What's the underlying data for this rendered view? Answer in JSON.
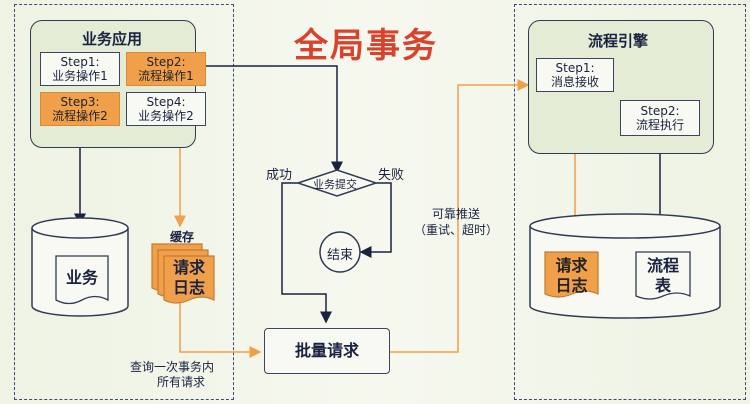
{
  "title": "全局事务",
  "left": {
    "panel_title": "业务应用",
    "steps": [
      {
        "line1": "Step1:",
        "line2": "业务操作1",
        "highlight": false
      },
      {
        "line1": "Step2:",
        "line2": "流程操作1",
        "highlight": true
      },
      {
        "line1": "Step3:",
        "line2": "流程操作2",
        "highlight": true
      },
      {
        "line1": "Step4:",
        "line2": "业务操作2",
        "highlight": false
      }
    ],
    "db_label": "业务",
    "cache_label": "缓存",
    "log_label_1": "请求",
    "log_label_2": "日志",
    "query_label_1": "查询一次事务内",
    "query_label_2": "所有请求"
  },
  "middle": {
    "decision_label": "业务提交",
    "success_label": "成功",
    "fail_label": "失败",
    "end_label": "结束",
    "batch_label": "批量请求",
    "reliable_label_1": "可靠推送",
    "reliable_label_2": "（重试、超时）"
  },
  "right": {
    "panel_title": "流程引擎",
    "step1_line1": "Step1:",
    "step1_line2": "消息接收",
    "step2_line1": "Step2:",
    "step2_line2": "流程执行",
    "log_label_1": "请求",
    "log_label_2": "日志",
    "table_label_1": "流程",
    "table_label_2": "表"
  },
  "colors": {
    "accent_orange": "#f0a04b",
    "title_red": "#d9432e",
    "line_dark": "#1a2240"
  }
}
